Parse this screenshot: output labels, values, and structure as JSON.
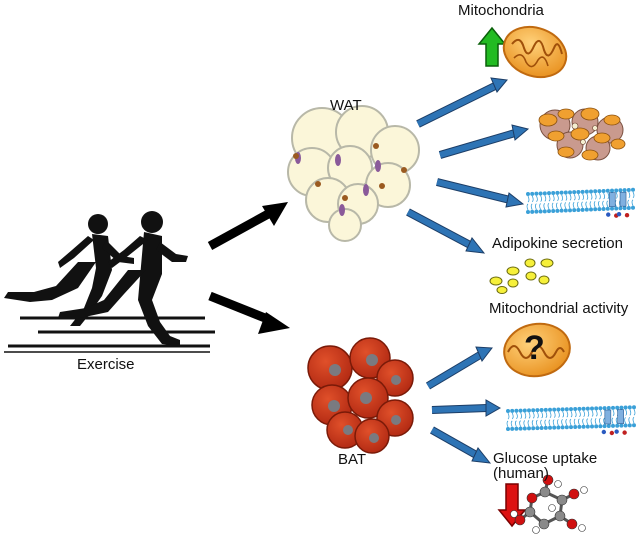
{
  "labels": {
    "mitochondria": "Mitochondria",
    "wat": "WAT",
    "bat": "BAT",
    "exercise": "Exercise",
    "adipokine": "Adipokine secretion",
    "mito_activity": "Mitochondrial activity",
    "glucose_line1": "Glucose uptake",
    "glucose_line2": "(human)",
    "question_mark": "?"
  },
  "colors": {
    "increase_arrow": "#22bb22",
    "decrease_arrow": "#dd1111",
    "blue_arrow": "#2e74b5",
    "black_arrow": "#000000",
    "wat_cell": "#fbf6d9",
    "bat_cell": "#c8341a",
    "mitochondrion": "#f0a030",
    "membrane": "#3aa0d8",
    "adipokine": "#f6f03a"
  },
  "icons": {
    "increase": "green-up-arrow-icon",
    "decrease": "red-down-arrow-icon",
    "runners": "runners-silhouette-icon",
    "mitochondrion": "mitochondrion-icon",
    "membrane": "lipid-bilayer-icon",
    "glucose": "glucose-molecule-icon"
  }
}
